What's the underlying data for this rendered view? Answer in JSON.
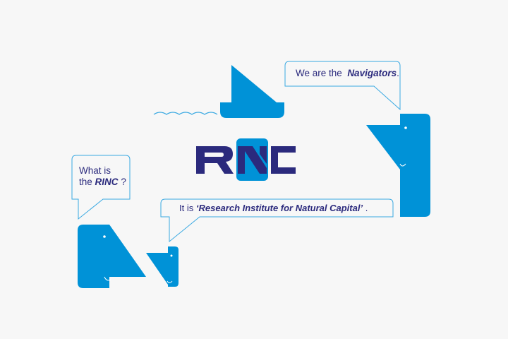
{
  "colors": {
    "background": "#f7f7f7",
    "blue": "#0092d7",
    "navy": "#2b2a7d",
    "bubble_stroke": "#3aa9e2"
  },
  "logo": {
    "text": "RINC"
  },
  "bubbles": {
    "navigators": {
      "prefix": "We are the",
      "emphasis": "Navigators",
      "suffix": "."
    },
    "question": {
      "line1": "What is",
      "line2_prefix": "the",
      "emphasis": "RINC",
      "suffix": "?"
    },
    "answer": {
      "prefix": "It is",
      "emphasis": "‘Research Institute for Natural Capital’",
      "suffix": "."
    }
  }
}
